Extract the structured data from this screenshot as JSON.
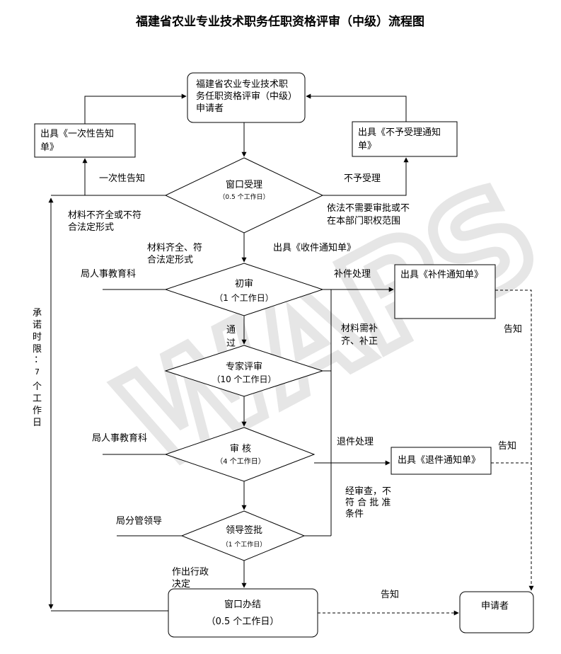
{
  "title": "福建省农业专业技术职务任职资格评审（中级）流程图",
  "watermark": "WAPS",
  "nodes": {
    "applicant_top": [
      "福建省农业专业技术职",
      "务任职资格评审（中级）",
      "申请者"
    ],
    "once_notice": [
      "出具《一次性告知",
      "单》"
    ],
    "reject_notice": [
      "出具《不予受理通知",
      "单》"
    ],
    "window_accept": {
      "label": "窗口受理",
      "days": "（0.5 个工作日）"
    },
    "first_review": {
      "label": "初审",
      "days": "（1 个工作日）"
    },
    "supplement_notice": "出具《补件通知单》",
    "expert_review": {
      "label": "专家评审",
      "days": "（10 个工作日）"
    },
    "audit": {
      "label": "审  核",
      "days": "（4 个工作日）"
    },
    "return_notice": "出具《退件通知单》",
    "leader_approval": {
      "label": "领导签批",
      "days": "（1 个工作日）"
    },
    "window_close": {
      "label": "窗口办结",
      "days": "（0.5 个工作日）"
    },
    "applicant_end": "申请者"
  },
  "labels": {
    "once_inform": "一次性告知",
    "not_accepted": "不予受理",
    "no_approval_needed": [
      "依法不需要审批或不",
      "在本部门职权范围"
    ],
    "materials_incomplete": [
      "材料不齐全或不符",
      "合法定形式"
    ],
    "materials_complete": [
      "材料齐全、符",
      "合法定形式"
    ],
    "issue_receipt": "出具《收件通知单》",
    "personnel_dept_1": "局人事教育科",
    "supplement_handling": "补件处理",
    "inform_1": "告知",
    "pass": [
      "通",
      "过"
    ],
    "supplement_needed": [
      "材料需补",
      "齐、补正"
    ],
    "personnel_dept_2": "局人事教育科",
    "return_handling": "退件处理",
    "inform_2": "告知",
    "not_qualified": [
      "经审查，不",
      "符 合 批 准",
      "条件"
    ],
    "leader_in_charge": "局分管领导",
    "admin_decision": [
      "作出行政",
      "决定"
    ],
    "inform_3": "告知",
    "time_limit": [
      "承",
      "诺",
      "时",
      "限",
      "：",
      "7",
      "个",
      "工",
      "作",
      "日"
    ]
  }
}
